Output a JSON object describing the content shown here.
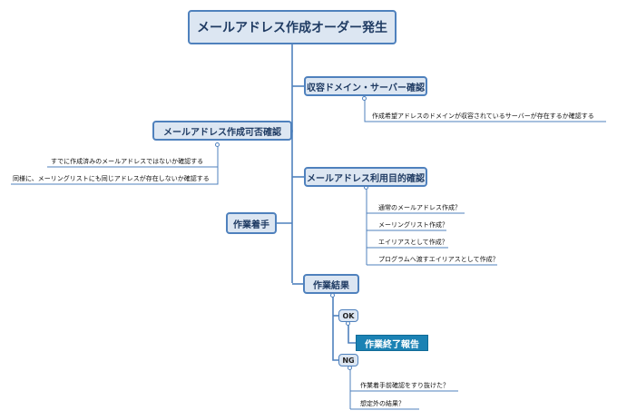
{
  "root": "メールアドレス作成オーダー発生",
  "branches": {
    "mailserver_check": {
      "label": "収容ドメイン・サーバー確認",
      "items": [
        "作成希望アドレスのドメインが収容されているサーバーが存在するか確認する"
      ]
    },
    "feasibility_check": {
      "label": "メールアドレス作成可否確認",
      "items": [
        "すでに作成済みのメールアドレスではないか確認する",
        "同様に、メーリングリストにも同じアドレスが存在しないか確認する"
      ]
    },
    "purpose_check": {
      "label": "メールアドレス利用目的確認",
      "items": [
        "通常のメールアドレス作成？",
        "メーリングリスト作成？",
        "エイリアスとして作成？",
        "プログラムへ渡すエイリアスとして作成？"
      ]
    },
    "work_start": {
      "label": "作業着手"
    },
    "work_result": {
      "label": "作業結果",
      "ok": {
        "label": "OK",
        "next": "作業終了報告"
      },
      "ng": {
        "label": "NG",
        "items": [
          "作業着手前確認をすり抜けた？",
          "想定外の結果？"
        ]
      }
    }
  },
  "colors": {
    "node_fill": "#dce6f2",
    "node_border": "#4f81bd",
    "final_fill": "#1b82b4"
  }
}
